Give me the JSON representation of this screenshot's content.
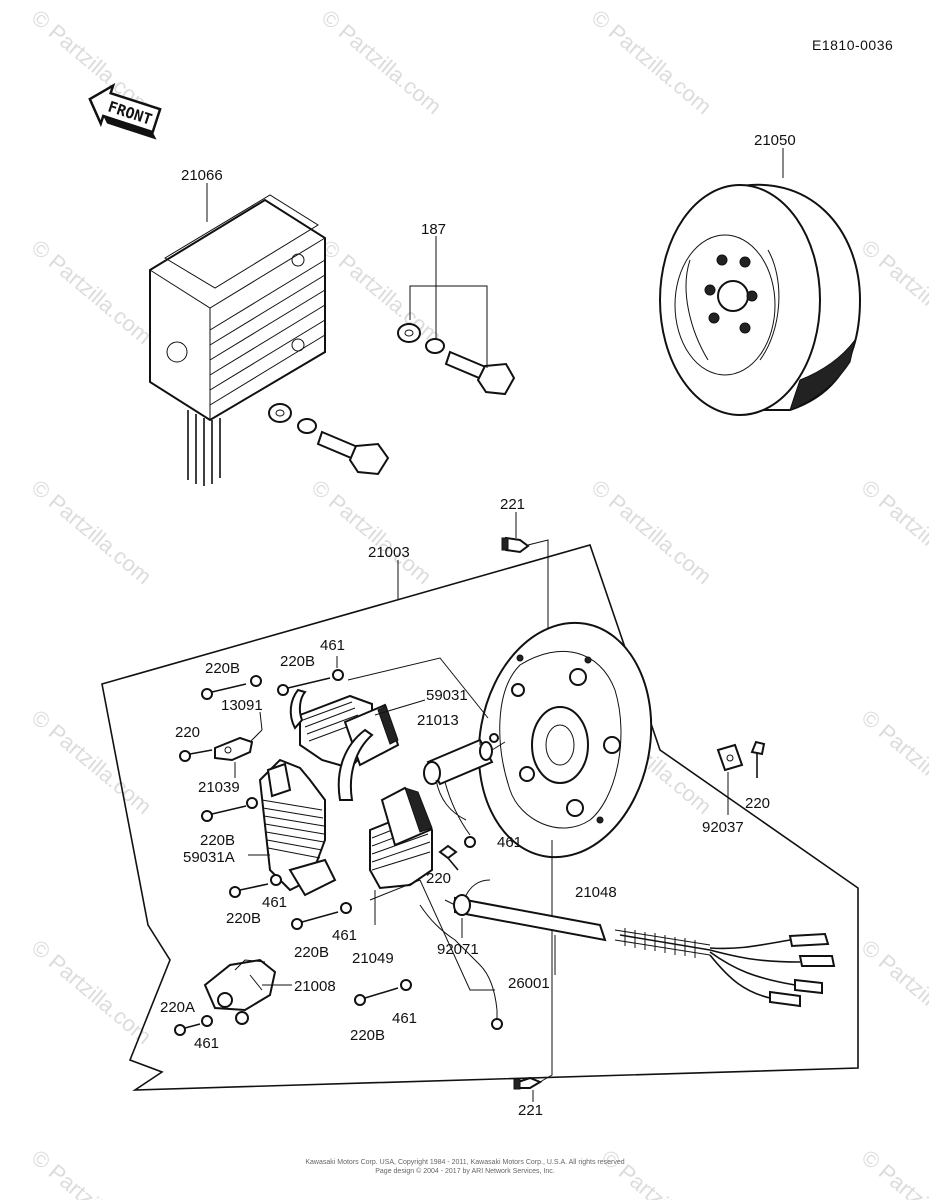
{
  "diagram_code": "E1810-0036",
  "front_label": "FRONT",
  "watermark_text": "© Partzilla.com",
  "footer": {
    "line1": "Kawasaki Motors Corp. USA, Copyright 1984 - 2011, Kawasaki Motors Corp., U.S.A. All rights reserved",
    "line2": "Page design © 2004 - 2017 by ARI Network Services, Inc."
  },
  "callouts": {
    "c21066": "21066",
    "c187": "187",
    "c21050": "21050",
    "c221_top": "221",
    "c21003": "21003",
    "c220B_a": "220B",
    "c220B_b": "220B",
    "c461_a": "461",
    "c59031": "59031",
    "c13091": "13091",
    "c220_a": "220",
    "c21013": "21013",
    "c21039": "21039",
    "c220B_c": "220B",
    "c59031A": "59031A",
    "c461_b": "461",
    "c220_b": "220",
    "c461_c": "461",
    "c220B_d": "220B",
    "c461_d": "461",
    "c220B_e": "220B",
    "c21049": "21049",
    "c92071": "92071",
    "c21048": "21048",
    "c220_c": "220",
    "c92037": "92037",
    "c21008": "21008",
    "c26001": "26001",
    "c220A": "220A",
    "c461_e": "461",
    "c220B_f": "220B",
    "c461_f": "461",
    "c221_bottom": "221"
  }
}
